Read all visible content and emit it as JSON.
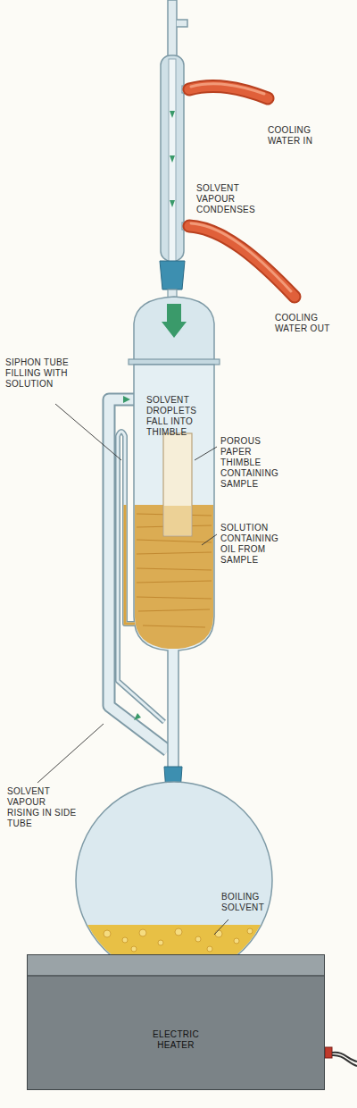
{
  "diagram": {
    "nodes": [
      {
        "text": [
          "ELECTRIC HEATER"
        ]
      }
    ],
    "labels": [
      "COOLING WATER IN",
      "SOLVENT VAPOUR CONDENSES",
      "COOLING WATER OUT",
      "SIPHON TUBE FILLING WITH SOLUTION",
      "SOLVENT DROPLETS FALL INTO THIMBLE",
      "POROUS PAPER THIMBLE CONTAINING SAMPLE",
      "SOLUTION CONTAINING OIL FROM SAMPLE",
      "SOLVENT VAPOUR RISING IN SIDE TUBE",
      "BOILING SOLVENT"
    ]
  }
}
